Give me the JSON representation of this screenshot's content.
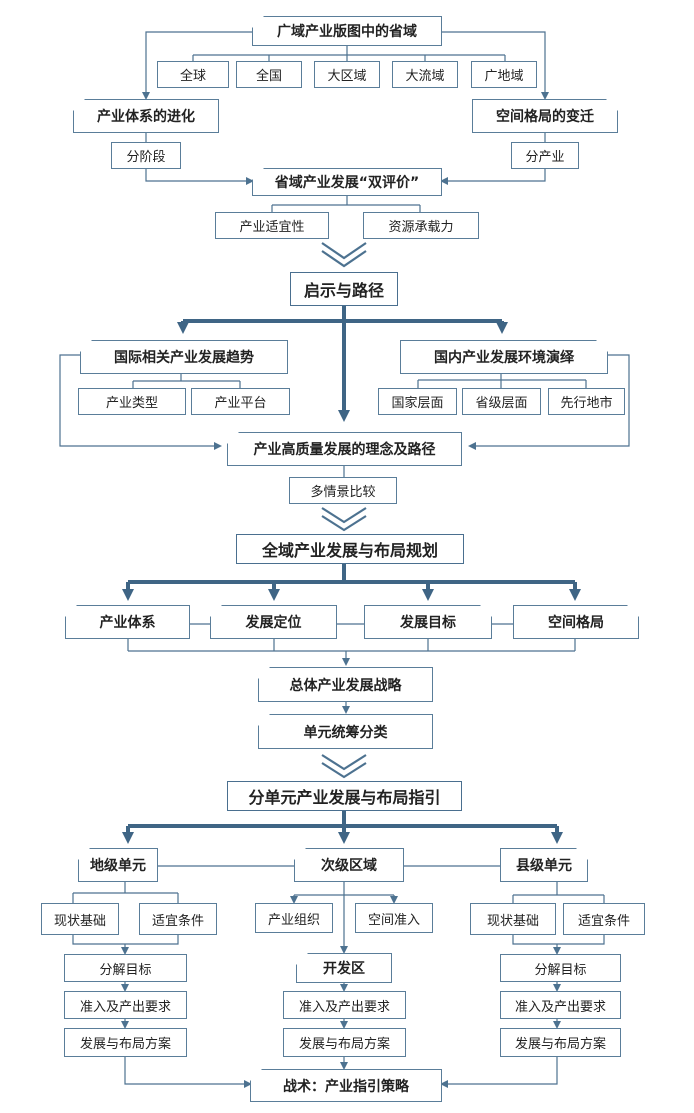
{
  "top": {
    "title": "广域产业版图中的省域",
    "scopes": [
      "全球",
      "全国",
      "大区域",
      "大流域",
      "广地域"
    ],
    "left_branch": "产业体系的进化",
    "left_sub": "分阶段",
    "right_branch": "空间格局的变迁",
    "right_sub": "分产业",
    "evaluation": "省域产业发展“双评价”",
    "eval_items": [
      "产业适宜性",
      "资源承载力"
    ]
  },
  "section2": {
    "title": "启示与路径",
    "left": "国际相关产业发展趋势",
    "left_items": [
      "产业类型",
      "产业平台"
    ],
    "right": "国内产业发展环境演绎",
    "right_items": [
      "国家层面",
      "省级层面",
      "先行地市"
    ],
    "center": "产业高质量发展的理念及路径",
    "center_sub": "多情景比较"
  },
  "section3": {
    "title": "全域产业发展与布局规划",
    "items": [
      "产业体系",
      "发展定位",
      "发展目标",
      "空间格局"
    ],
    "strategy": "总体产业发展战略",
    "classify": "单元统筹分类"
  },
  "section4": {
    "title": "分单元产业发展与布局指引",
    "left": {
      "title": "地级单元",
      "pair": [
        "现状基础",
        "适宜条件"
      ],
      "steps": [
        "分解目标",
        "准入及产出要求",
        "发展与布局方案"
      ]
    },
    "center": {
      "title": "次级区域",
      "pair": [
        "产业组织",
        "空间准入"
      ],
      "zone": "开发区",
      "steps": [
        "准入及产出要求",
        "发展与布局方案"
      ]
    },
    "right": {
      "title": "县级单元",
      "pair": [
        "现状基础",
        "适宜条件"
      ],
      "steps": [
        "分解目标",
        "准入及产出要求",
        "发展与布局方案"
      ]
    },
    "final": "战术：产业指引策略"
  },
  "colors": {
    "line": "#4d7290",
    "thick_line": "#3f6585",
    "border": "#5a7d99",
    "text": "#222222"
  }
}
